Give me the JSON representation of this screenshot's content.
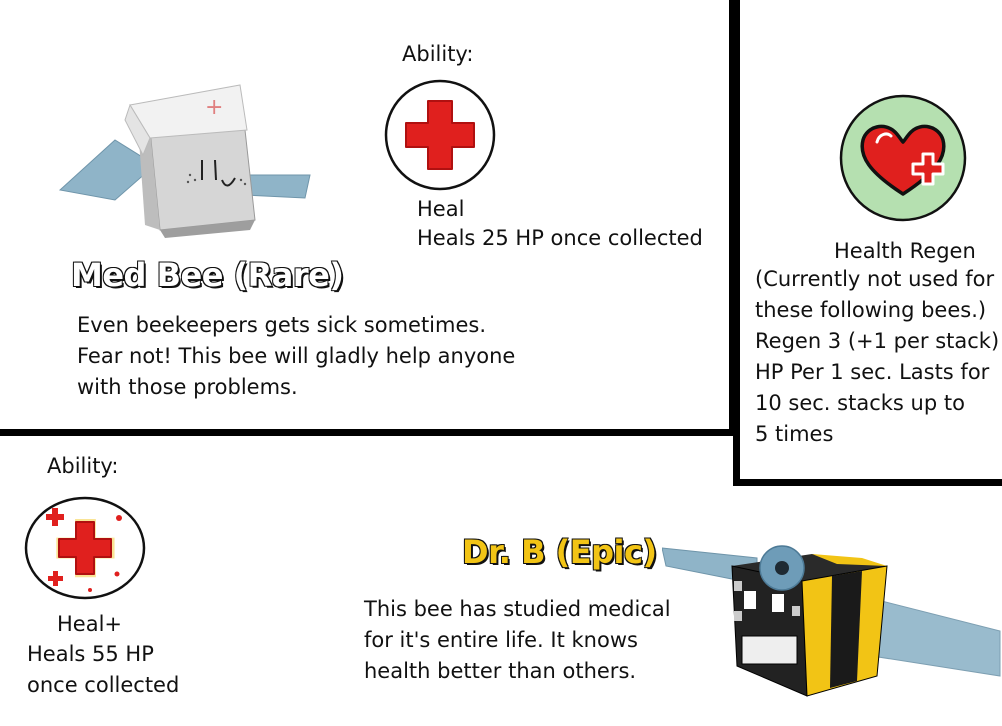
{
  "colors": {
    "heal_red": "#e0201e",
    "regen_green": "#b5e0b0",
    "epic_gold": "#f2c415",
    "wing_blue": "#8fb4c8",
    "divider": "#000000"
  },
  "med_bee": {
    "ability_label": "Ability:",
    "ability_name": "Heal",
    "ability_desc": "Heals 25 HP once collected",
    "title": "Med Bee (Rare)",
    "description": "Even beekeepers gets sick sometimes.\nFear not! This bee will gladly help anyone\nwith those problems.",
    "icon": "red-cross-icon"
  },
  "health_regen": {
    "name": "Health Regen",
    "description": "(Currently not used for\nthese following bees.)\nRegen 3 (+1 per stack)\nHP Per 1 sec. Lasts for\n10 sec. stacks up to\n5 times",
    "icon": "heart-plus-icon"
  },
  "dr_b": {
    "ability_label": "Ability:",
    "ability_name": "Heal+",
    "ability_desc": "Heals 55 HP\nonce collected",
    "title": "Dr. B (Epic)",
    "description": "This bee has studied medical\nfor it's entire life. It knows\nhealth better than others.",
    "icon": "glowing-red-cross-icon"
  }
}
